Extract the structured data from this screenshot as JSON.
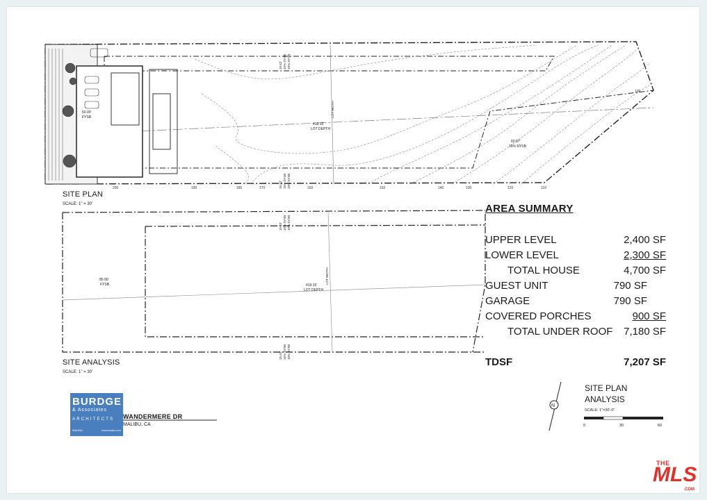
{
  "site_plan": {
    "title": "SITE PLAN",
    "scale": "SCALE: 1\" = 30'",
    "lot_depth": "419.15'",
    "lot_depth_label": "LOT DEPTH",
    "fysb": "50.00'",
    "fysb_label": "FYSB",
    "rysb": "60.97'",
    "rysb_label": "15% RYSB",
    "side_yards": [
      "15.42'",
      "15% SYSB",
      "10% SYSB"
    ],
    "lot_width_label": "LOT WIDTH",
    "contours": [
      "200",
      "190",
      "180",
      "170",
      "160",
      "150",
      "140",
      "130",
      "120",
      "110",
      "100"
    ]
  },
  "site_analysis": {
    "title": "SITE ANALYSIS",
    "scale": "SCALE: 1\" = 30'",
    "lot_depth": "419.15'",
    "lot_depth_label": "LOT DEPTH",
    "fysb": "85.00'",
    "fysb_label": "FYSB"
  },
  "area_summary": {
    "title": "AREA SUMMARY",
    "rows": [
      {
        "label": "UPPER LEVEL",
        "value": "2,400 SF"
      },
      {
        "label": "LOWER LEVEL",
        "value": "2,300 SF"
      },
      {
        "label": "TOTAL HOUSE",
        "value": "4,700 SF"
      },
      {
        "label": "GUEST UNIT",
        "value": "790 SF"
      },
      {
        "label": "GARAGE",
        "value": "790 SF"
      },
      {
        "label": "COVERED PORCHES",
        "value": "900 SF"
      },
      {
        "label": "TOTAL UNDER ROOF",
        "value": "7,180 SF"
      }
    ],
    "tdsf_label": "TDSF",
    "tdsf_value": "7,207 SF"
  },
  "title_block": {
    "firm_line1": "BURDGE",
    "firm_line2": "& Associates",
    "firm_line3": "ARCHITECTS",
    "firm_web": "www.buaia.com",
    "firm_city": "MALIBU",
    "project": "WANDERMERE DR",
    "location": "MALIBU, CA",
    "sheet_title_1": "SITE PLAN",
    "sheet_title_2": "ANALYSIS",
    "bar_scale_label": "SCALE: 1\"=30'-0\"",
    "bar_scale_ticks": [
      "0",
      "30",
      "60"
    ],
    "north_letter": "N"
  },
  "watermark": {
    "line1": "THE",
    "line2": "MLS",
    "line3": ".COM",
    "color": "#e0312a"
  }
}
